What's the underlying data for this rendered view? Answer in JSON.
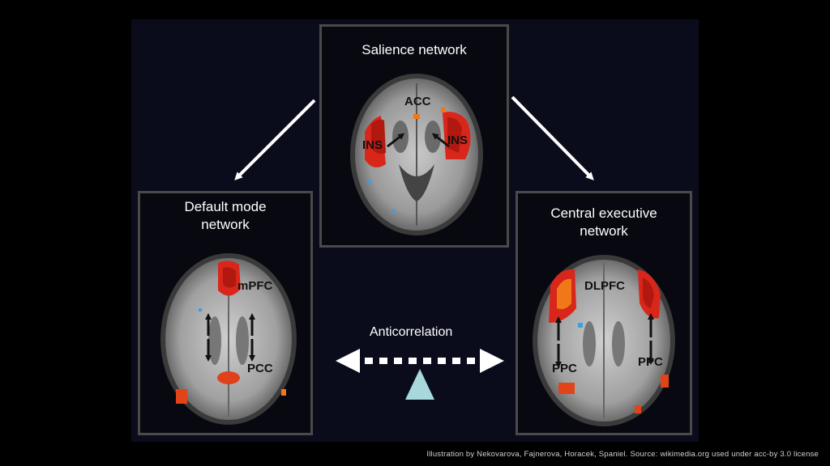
{
  "panels": {
    "salience": {
      "title": "Salience network",
      "labels": {
        "acc": "ACC",
        "ins_left": "INS",
        "ins_right": "INS"
      }
    },
    "default_mode": {
      "title": "Default mode\nnetwork",
      "labels": {
        "mpfc": "mPFC",
        "pcc": "PCC"
      }
    },
    "central_executive": {
      "title": "Central executive\nnetwork",
      "labels": {
        "dlpfc": "DLPFC",
        "ppc_left": "PPC",
        "ppc_right": "PPC"
      }
    }
  },
  "anticorrelation": {
    "label": "Anticorrelation"
  },
  "credit": "Illustration by Nekovarova, Fajnerova, Horacek, Spaniel. Source: wikimedia.org used under acc-by 3.0 license",
  "colors": {
    "background": "#000000",
    "stage": "#0a0c1b",
    "panel_border": "#4a4a4a",
    "activation_red": "#d8261a",
    "activation_orange": "#f07818",
    "fulcrum": "#a8d8dc"
  }
}
